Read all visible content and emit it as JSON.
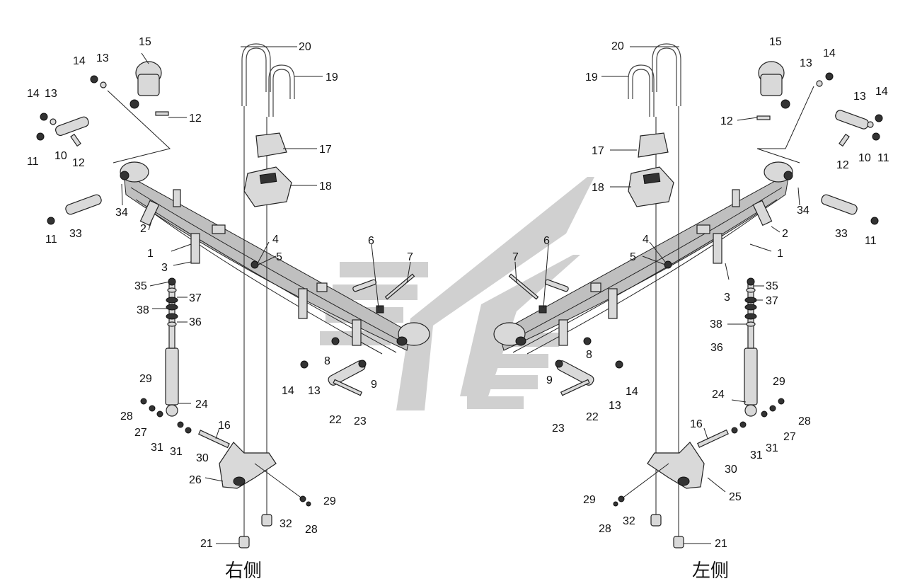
{
  "labels": {
    "left_assembly": [
      {
        "id": "l1",
        "text": "1"
      },
      {
        "id": "l2",
        "text": "2"
      },
      {
        "id": "l3",
        "text": "3"
      },
      {
        "id": "l4",
        "text": "4"
      },
      {
        "id": "l5",
        "text": "5"
      },
      {
        "id": "l6",
        "text": "6"
      },
      {
        "id": "l7",
        "text": "7"
      },
      {
        "id": "l8",
        "text": "8"
      },
      {
        "id": "l9",
        "text": "9"
      },
      {
        "id": "l10",
        "text": "10"
      },
      {
        "id": "l11a",
        "text": "11"
      },
      {
        "id": "l11b",
        "text": "11"
      },
      {
        "id": "l12a",
        "text": "12"
      },
      {
        "id": "l12b",
        "text": "12"
      },
      {
        "id": "l13a",
        "text": "13"
      },
      {
        "id": "l13b",
        "text": "13"
      },
      {
        "id": "l13c",
        "text": "13"
      },
      {
        "id": "l14a",
        "text": "14"
      },
      {
        "id": "l14b",
        "text": "14"
      },
      {
        "id": "l14c",
        "text": "14"
      },
      {
        "id": "l15",
        "text": "15"
      },
      {
        "id": "l16",
        "text": "16"
      },
      {
        "id": "l17",
        "text": "17"
      },
      {
        "id": "l18",
        "text": "18"
      },
      {
        "id": "l19",
        "text": "19"
      },
      {
        "id": "l20",
        "text": "20"
      },
      {
        "id": "l21",
        "text": "21"
      },
      {
        "id": "l22",
        "text": "22"
      },
      {
        "id": "l23",
        "text": "23"
      },
      {
        "id": "l24",
        "text": "24"
      },
      {
        "id": "l26",
        "text": "26"
      },
      {
        "id": "l27",
        "text": "27"
      },
      {
        "id": "l28a",
        "text": "28"
      },
      {
        "id": "l28b",
        "text": "28"
      },
      {
        "id": "l29a",
        "text": "29"
      },
      {
        "id": "l29b",
        "text": "29"
      },
      {
        "id": "l30",
        "text": "30"
      },
      {
        "id": "l31a",
        "text": "31"
      },
      {
        "id": "l31b",
        "text": "31"
      },
      {
        "id": "l32",
        "text": "32"
      },
      {
        "id": "l33",
        "text": "33"
      },
      {
        "id": "l34",
        "text": "34"
      },
      {
        "id": "l35",
        "text": "35"
      },
      {
        "id": "l36",
        "text": "36"
      },
      {
        "id": "l37",
        "text": "37"
      },
      {
        "id": "l38",
        "text": "38"
      }
    ],
    "right_assembly": [
      {
        "id": "r1",
        "text": "1"
      },
      {
        "id": "r2",
        "text": "2"
      },
      {
        "id": "r3",
        "text": "3"
      },
      {
        "id": "r4",
        "text": "4"
      },
      {
        "id": "r5",
        "text": "5"
      },
      {
        "id": "r6",
        "text": "6"
      },
      {
        "id": "r7",
        "text": "7"
      },
      {
        "id": "r8",
        "text": "8"
      },
      {
        "id": "r9",
        "text": "9"
      },
      {
        "id": "r10",
        "text": "10"
      },
      {
        "id": "r11a",
        "text": "11"
      },
      {
        "id": "r11b",
        "text": "11"
      },
      {
        "id": "r12a",
        "text": "12"
      },
      {
        "id": "r12b",
        "text": "12"
      },
      {
        "id": "r13a",
        "text": "13"
      },
      {
        "id": "r13b",
        "text": "13"
      },
      {
        "id": "r13c",
        "text": "13"
      },
      {
        "id": "r14a",
        "text": "14"
      },
      {
        "id": "r14b",
        "text": "14"
      },
      {
        "id": "r14c",
        "text": "14"
      },
      {
        "id": "r15",
        "text": "15"
      },
      {
        "id": "r16",
        "text": "16"
      },
      {
        "id": "r17",
        "text": "17"
      },
      {
        "id": "r18",
        "text": "18"
      },
      {
        "id": "r19",
        "text": "19"
      },
      {
        "id": "r20",
        "text": "20"
      },
      {
        "id": "r21",
        "text": "21"
      },
      {
        "id": "r22",
        "text": "22"
      },
      {
        "id": "r23",
        "text": "23"
      },
      {
        "id": "r24",
        "text": "24"
      },
      {
        "id": "r25",
        "text": "25"
      },
      {
        "id": "r27",
        "text": "27"
      },
      {
        "id": "r28a",
        "text": "28"
      },
      {
        "id": "r28b",
        "text": "28"
      },
      {
        "id": "r29a",
        "text": "29"
      },
      {
        "id": "r29b",
        "text": "29"
      },
      {
        "id": "r30",
        "text": "30"
      },
      {
        "id": "r31a",
        "text": "31"
      },
      {
        "id": "r31b",
        "text": "31"
      },
      {
        "id": "r32",
        "text": "32"
      },
      {
        "id": "r33",
        "text": "33"
      },
      {
        "id": "r34",
        "text": "34"
      },
      {
        "id": "r35",
        "text": "35"
      },
      {
        "id": "r36",
        "text": "36"
      },
      {
        "id": "r37",
        "text": "37"
      },
      {
        "id": "r38",
        "text": "38"
      }
    ]
  },
  "side_captions": {
    "right_side": "右侧",
    "left_side": "左侧"
  },
  "colors": {
    "line": "#222222",
    "watermark": "#c8c8c8",
    "part_fill": "#d9d9d9"
  }
}
